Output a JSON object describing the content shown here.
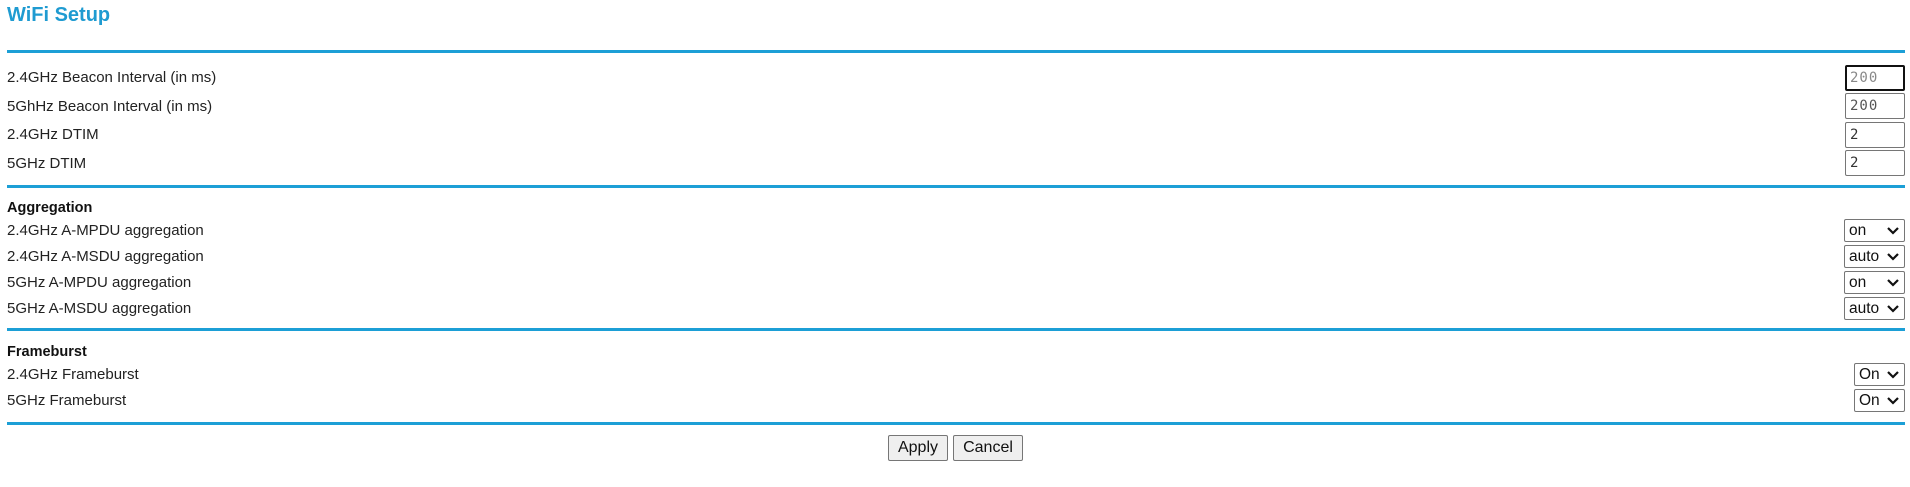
{
  "page": {
    "title": "WiFi Setup"
  },
  "beacon": {
    "rows": [
      {
        "label": "2.4GHz Beacon Interval (in ms)",
        "value": "200"
      },
      {
        "label": "5GhHz Beacon Interval (in ms)",
        "value": "200"
      },
      {
        "label": "2.4GHz DTIM",
        "value": "2"
      },
      {
        "label": "5GHz DTIM",
        "value": "2"
      }
    ]
  },
  "aggregation": {
    "heading": "Aggregation",
    "rows": [
      {
        "label": "2.4GHz A-MPDU aggregation",
        "value": "on"
      },
      {
        "label": "2.4GHz A-MSDU aggregation",
        "value": "auto"
      },
      {
        "label": "5GHz A-MPDU aggregation",
        "value": "on"
      },
      {
        "label": "5GHz A-MSDU aggregation",
        "value": "auto"
      }
    ]
  },
  "frameburst": {
    "heading": "Frameburst",
    "rows": [
      {
        "label": "2.4GHz Frameburst",
        "value": "On"
      },
      {
        "label": "5GHz Frameburst",
        "value": "On"
      }
    ]
  },
  "actions": {
    "apply_label": "Apply",
    "cancel_label": "Cancel"
  },
  "colors": {
    "accent": "#1c9fd6",
    "title": "#1f9bd1"
  }
}
